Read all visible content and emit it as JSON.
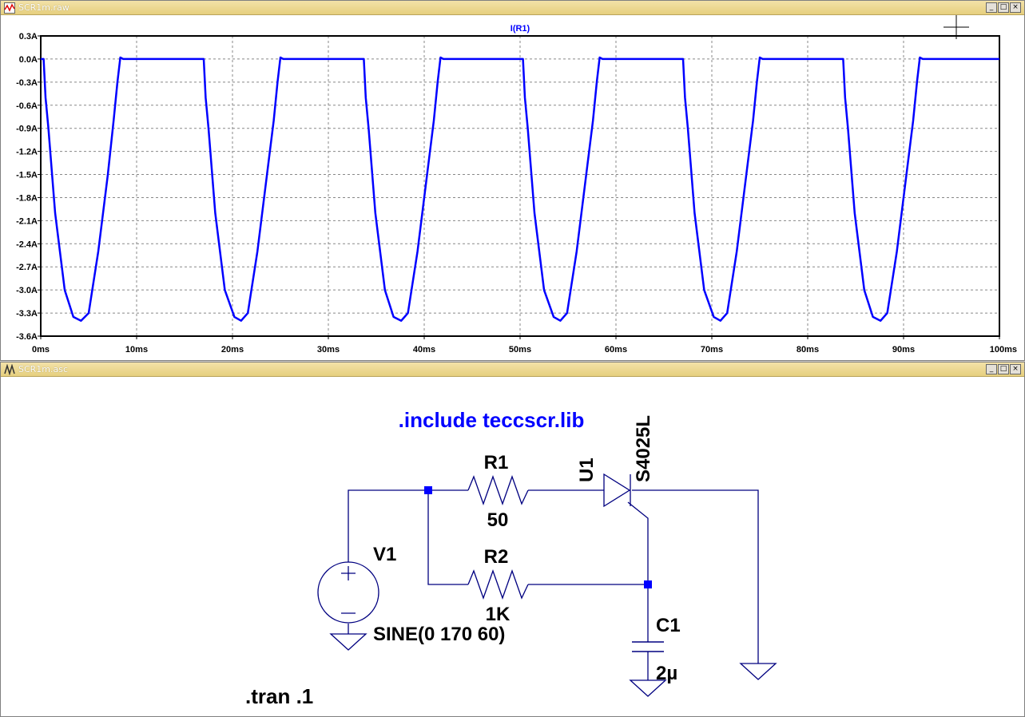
{
  "plot_window": {
    "title": "SCR1m.raw",
    "trace_label": "I(R1)",
    "trace_color": "#0000ff",
    "buttons": {
      "minimize": "_",
      "restore": "□",
      "close": "×"
    }
  },
  "schematic_window": {
    "title": "SCR1m.asc",
    "buttons": {
      "minimize": "_",
      "restore": "□",
      "close": "×"
    },
    "directives": {
      "include": ".include teccscr.lib",
      "tran": ".tran .1"
    },
    "components": {
      "r1": {
        "name": "R1",
        "value": "50"
      },
      "r2": {
        "name": "R2",
        "value": "1K"
      },
      "u1": {
        "name": "U1",
        "value": "S4025L"
      },
      "v1": {
        "name": "V1",
        "value": "SINE(0 170 60)"
      },
      "c1": {
        "name": "C1",
        "value": "2µ"
      }
    },
    "wire_color": "#000080",
    "node_color": "#0000ff"
  },
  "chart_data": {
    "type": "line",
    "title": "I(R1)",
    "xlabel": "",
    "ylabel": "",
    "xlim": [
      0,
      100
    ],
    "ylim": [
      -3.6,
      0.3
    ],
    "x_ticks": [
      "0ms",
      "10ms",
      "20ms",
      "30ms",
      "40ms",
      "50ms",
      "60ms",
      "70ms",
      "80ms",
      "90ms",
      "100ms"
    ],
    "y_ticks": [
      "0.3A",
      "0.0A",
      "-0.3A",
      "-0.6A",
      "-0.9A",
      "-1.2A",
      "-1.5A",
      "-1.8A",
      "-2.1A",
      "-2.4A",
      "-2.7A",
      "-3.0A",
      "-3.3A",
      "-3.6A"
    ],
    "grid": true,
    "series": [
      {
        "name": "I(R1)",
        "x_unit": "ms",
        "y_unit": "A",
        "x": [
          0,
          0.3,
          0.5,
          0.8,
          1.5,
          2.5,
          3.4,
          4.2,
          5.0,
          6.0,
          7.0,
          7.6,
          8.0,
          8.3,
          8.6,
          17.0,
          17.2,
          17.5,
          18.2,
          19.2,
          20.2,
          20.9,
          21.6,
          22.6,
          23.6,
          24.3,
          24.7,
          25.0,
          25.3,
          33.7,
          33.9,
          34.2,
          34.9,
          35.9,
          36.8,
          37.6,
          38.3,
          39.3,
          40.3,
          41.0,
          41.4,
          41.7,
          42.0,
          50.3,
          50.5,
          50.8,
          51.5,
          52.5,
          53.5,
          54.2,
          54.9,
          55.9,
          56.9,
          57.6,
          58.0,
          58.3,
          58.6,
          67.0,
          67.2,
          67.5,
          68.2,
          69.2,
          70.2,
          70.9,
          71.6,
          72.6,
          73.6,
          74.3,
          74.7,
          75.0,
          75.3,
          83.7,
          83.9,
          84.2,
          84.9,
          85.9,
          86.8,
          87.6,
          88.3,
          89.3,
          90.3,
          91.0,
          91.4,
          91.7,
          92.0,
          100
        ],
        "y": [
          0,
          0,
          -0.5,
          -0.9,
          -2.0,
          -3.0,
          -3.35,
          -3.4,
          -3.3,
          -2.5,
          -1.5,
          -0.8,
          -0.3,
          0.02,
          0,
          0,
          -0.5,
          -0.9,
          -2.0,
          -3.0,
          -3.35,
          -3.4,
          -3.3,
          -2.5,
          -1.5,
          -0.8,
          -0.3,
          0.02,
          0,
          0,
          -0.5,
          -0.9,
          -2.0,
          -3.0,
          -3.35,
          -3.4,
          -3.3,
          -2.5,
          -1.5,
          -0.8,
          -0.3,
          0.02,
          0,
          0,
          -0.5,
          -0.9,
          -2.0,
          -3.0,
          -3.35,
          -3.4,
          -3.3,
          -2.5,
          -1.5,
          -0.8,
          -0.3,
          0.02,
          0,
          0,
          -0.5,
          -0.9,
          -2.0,
          -3.0,
          -3.35,
          -3.4,
          -3.3,
          -2.5,
          -1.5,
          -0.8,
          -0.3,
          0.02,
          0,
          0,
          -0.5,
          -0.9,
          -2.0,
          -3.0,
          -3.35,
          -3.4,
          -3.3,
          -2.5,
          -1.5,
          -0.8,
          -0.3,
          0.02,
          0,
          0
        ]
      }
    ]
  }
}
